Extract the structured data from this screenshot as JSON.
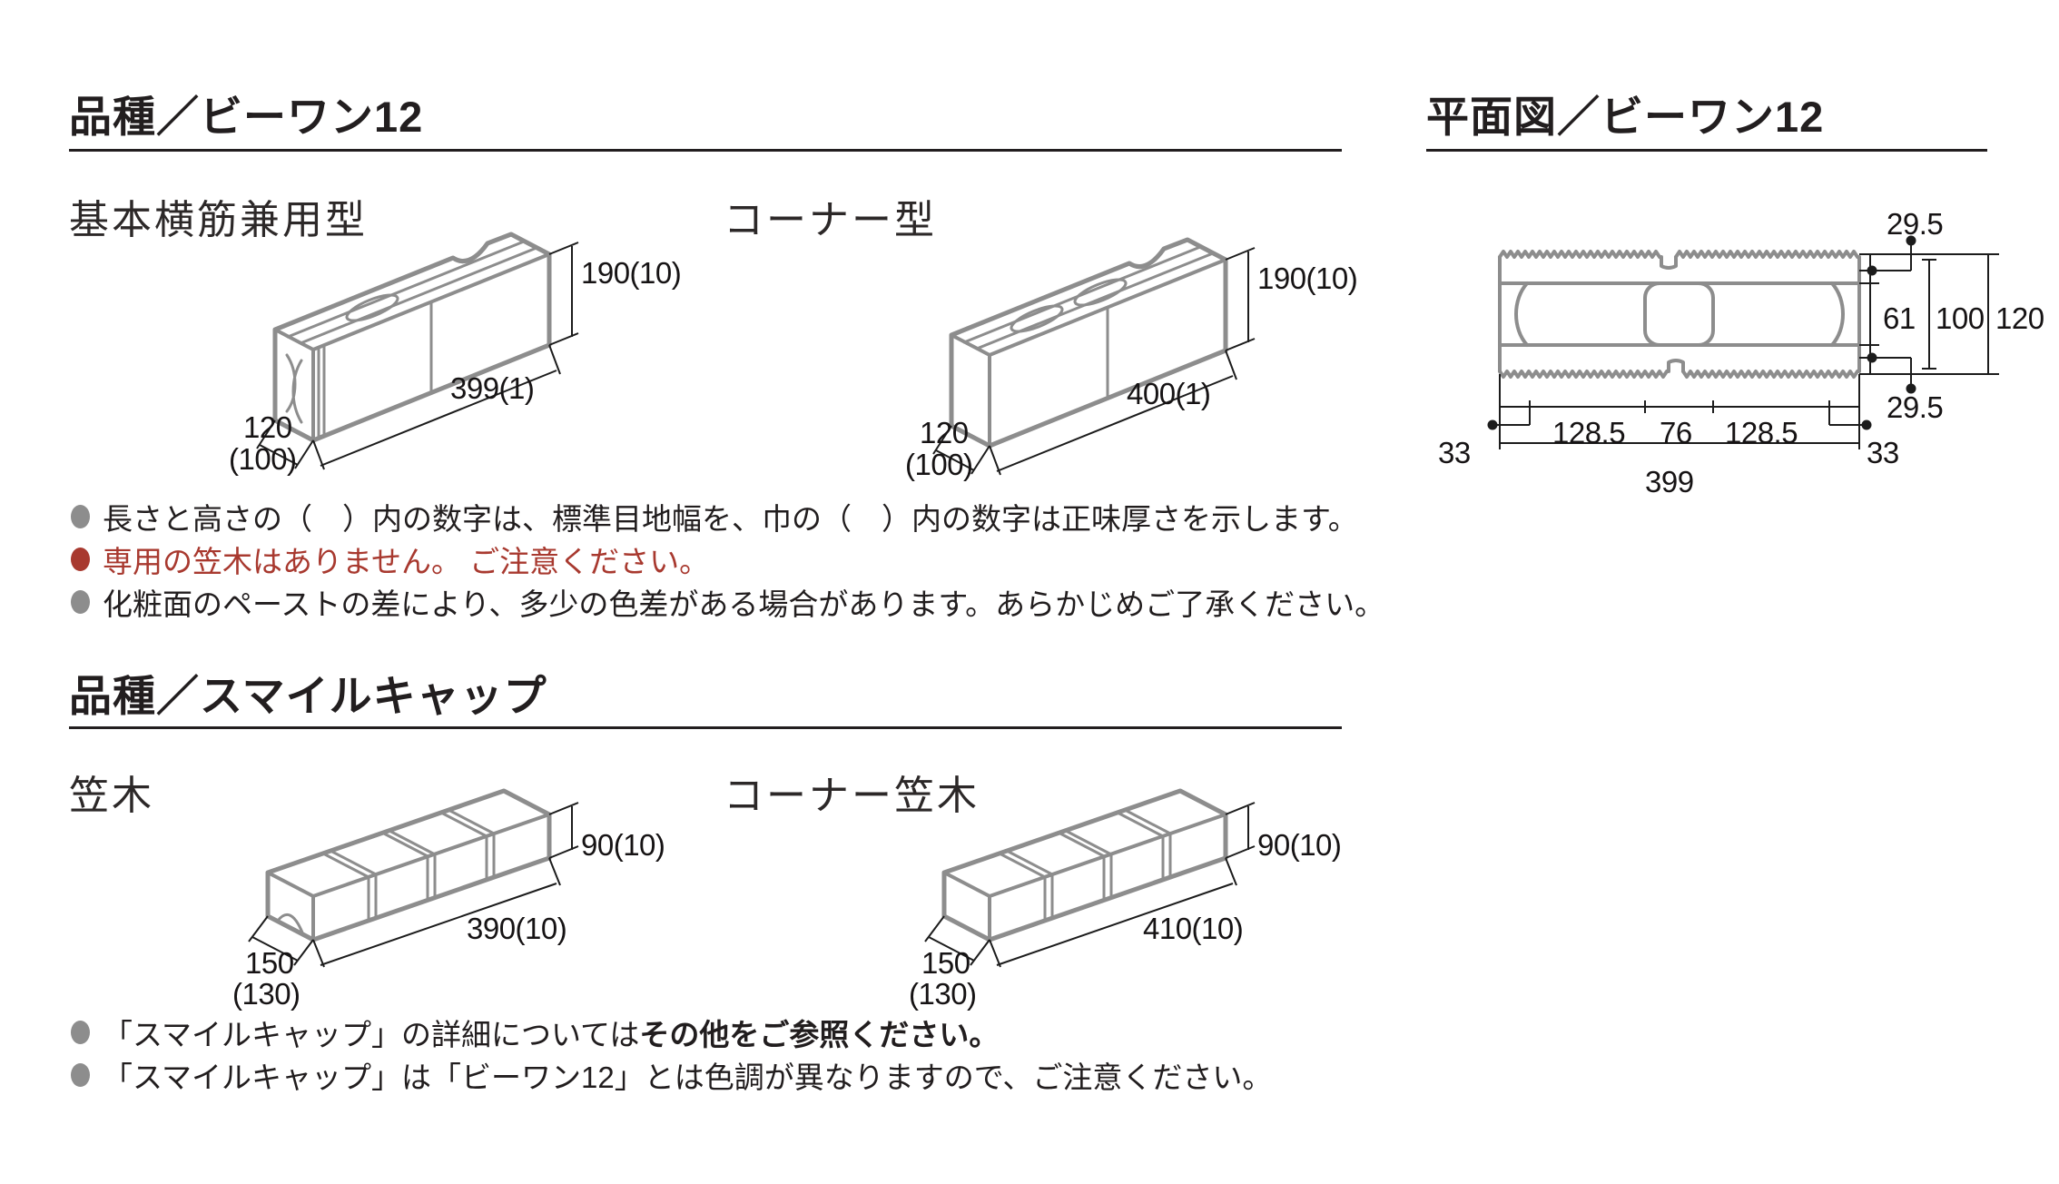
{
  "s1": {
    "title": "品種／ビーワン12",
    "v1": {
      "label": "基本横筋兼用型",
      "h": "190(10)",
      "l": "399(1)",
      "w": "120",
      "wn": "(100)"
    },
    "v2": {
      "label": "コーナー型",
      "h": "190(10)",
      "l": "400(1)",
      "w": "120",
      "wn": "(100)"
    },
    "notes": [
      {
        "text": "長さと高さの（　）内の数字は、標準目地幅を、巾の（　）内の数字は正味厚さを示します。"
      },
      {
        "text": "専用の笠木はありません。 ご注意ください。"
      },
      {
        "text": "化粧面のペーストの差により、多少の色差がある場合があります。あらかじめご了承ください。"
      }
    ]
  },
  "s2": {
    "title": "品種／スマイルキャップ",
    "v1": {
      "label": "笠木",
      "h": "90(10)",
      "l": "390(10)",
      "w": "150",
      "wn": "(130)"
    },
    "v2": {
      "label": "コーナー笠木",
      "h": "90(10)",
      "l": "410(10)",
      "w": "150",
      "wn": "(130)"
    },
    "notes": [
      {
        "prefix": "「スマイルキャップ」の詳細については ",
        "emphasis": "その他をご参照ください。"
      },
      {
        "text": "「スマイルキャップ」は「ビーワン12」とは色調が異なりますので、ご注意ください。"
      }
    ]
  },
  "plan": {
    "title": "平面図／ビーワン12",
    "shell_top": "29.5",
    "web_inner": "61",
    "core": "100",
    "width_total": "120",
    "shell_bottom": "29.5",
    "end_left": "33",
    "cell_left": "128.5",
    "center_web": "76",
    "cell_right": "128.5",
    "end_right": "33",
    "length_total": "399"
  },
  "colors": {
    "note_red": "#a8392f",
    "line_gray": "#8d8d8d",
    "ink": "#1c1c1c"
  }
}
